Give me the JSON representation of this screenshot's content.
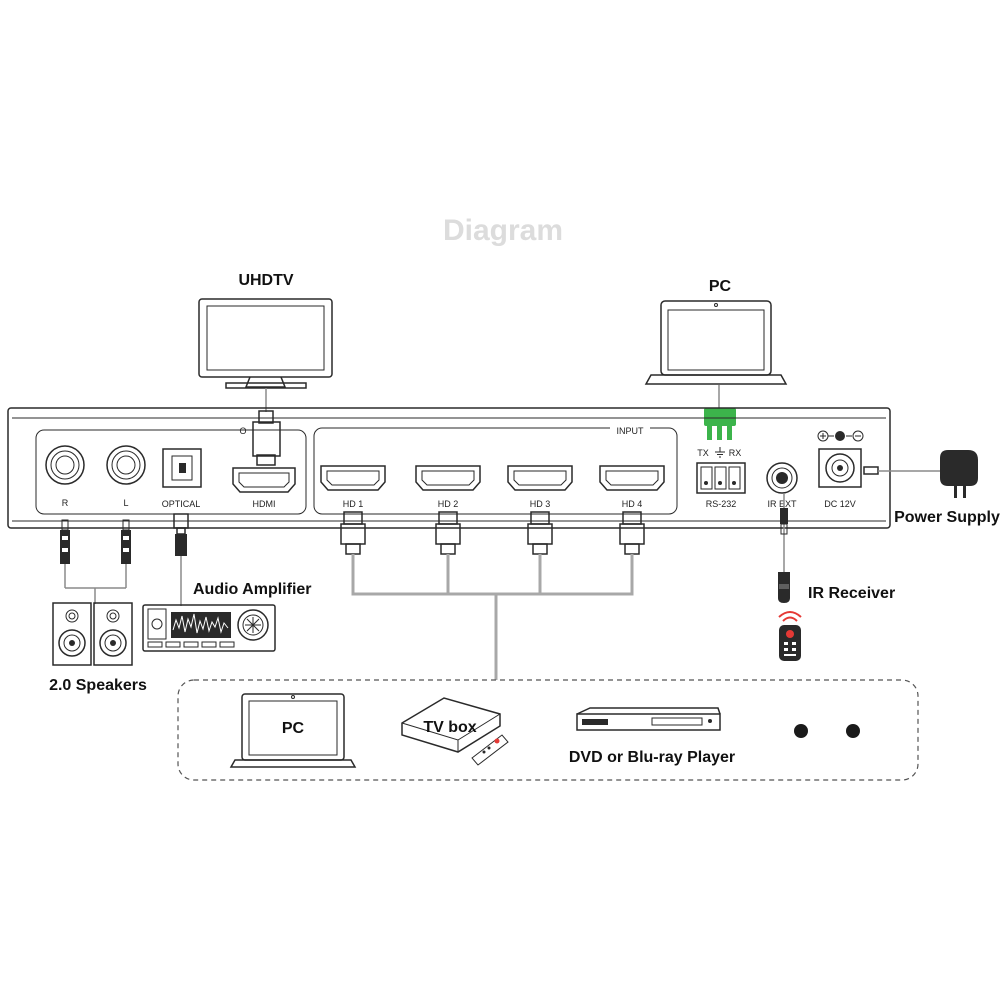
{
  "title": "Diagram",
  "devices": {
    "uhdtv": "UHDTV",
    "pc_top": "PC",
    "power_supply": "Power Supply",
    "ir_receiver": "IR Receiver",
    "audio_amplifier": "Audio Amplifier",
    "speakers": "2.0 Speakers"
  },
  "ports": {
    "r": "R",
    "l": "L",
    "optical": "OPTICAL",
    "hdmi": "HDMI",
    "output_group": "O",
    "input_group": "INPUT",
    "hd1": "HD 1",
    "hd2": "HD 2",
    "hd3": "HD 3",
    "hd4": "HD 4",
    "rs232": "RS-232",
    "tx": "TX",
    "rx": "RX",
    "ir_ext": "IR EXT",
    "dc12v": "DC 12V"
  },
  "sources": {
    "pc": "PC",
    "tv_box": "TV box",
    "dvd": "DVD or Blu-ray Player"
  },
  "colors": {
    "rs232_terminal": "#3cb44b",
    "remote_signal": "#e53935",
    "line": "#2a2a2a",
    "cable": "#a8a8a8"
  }
}
